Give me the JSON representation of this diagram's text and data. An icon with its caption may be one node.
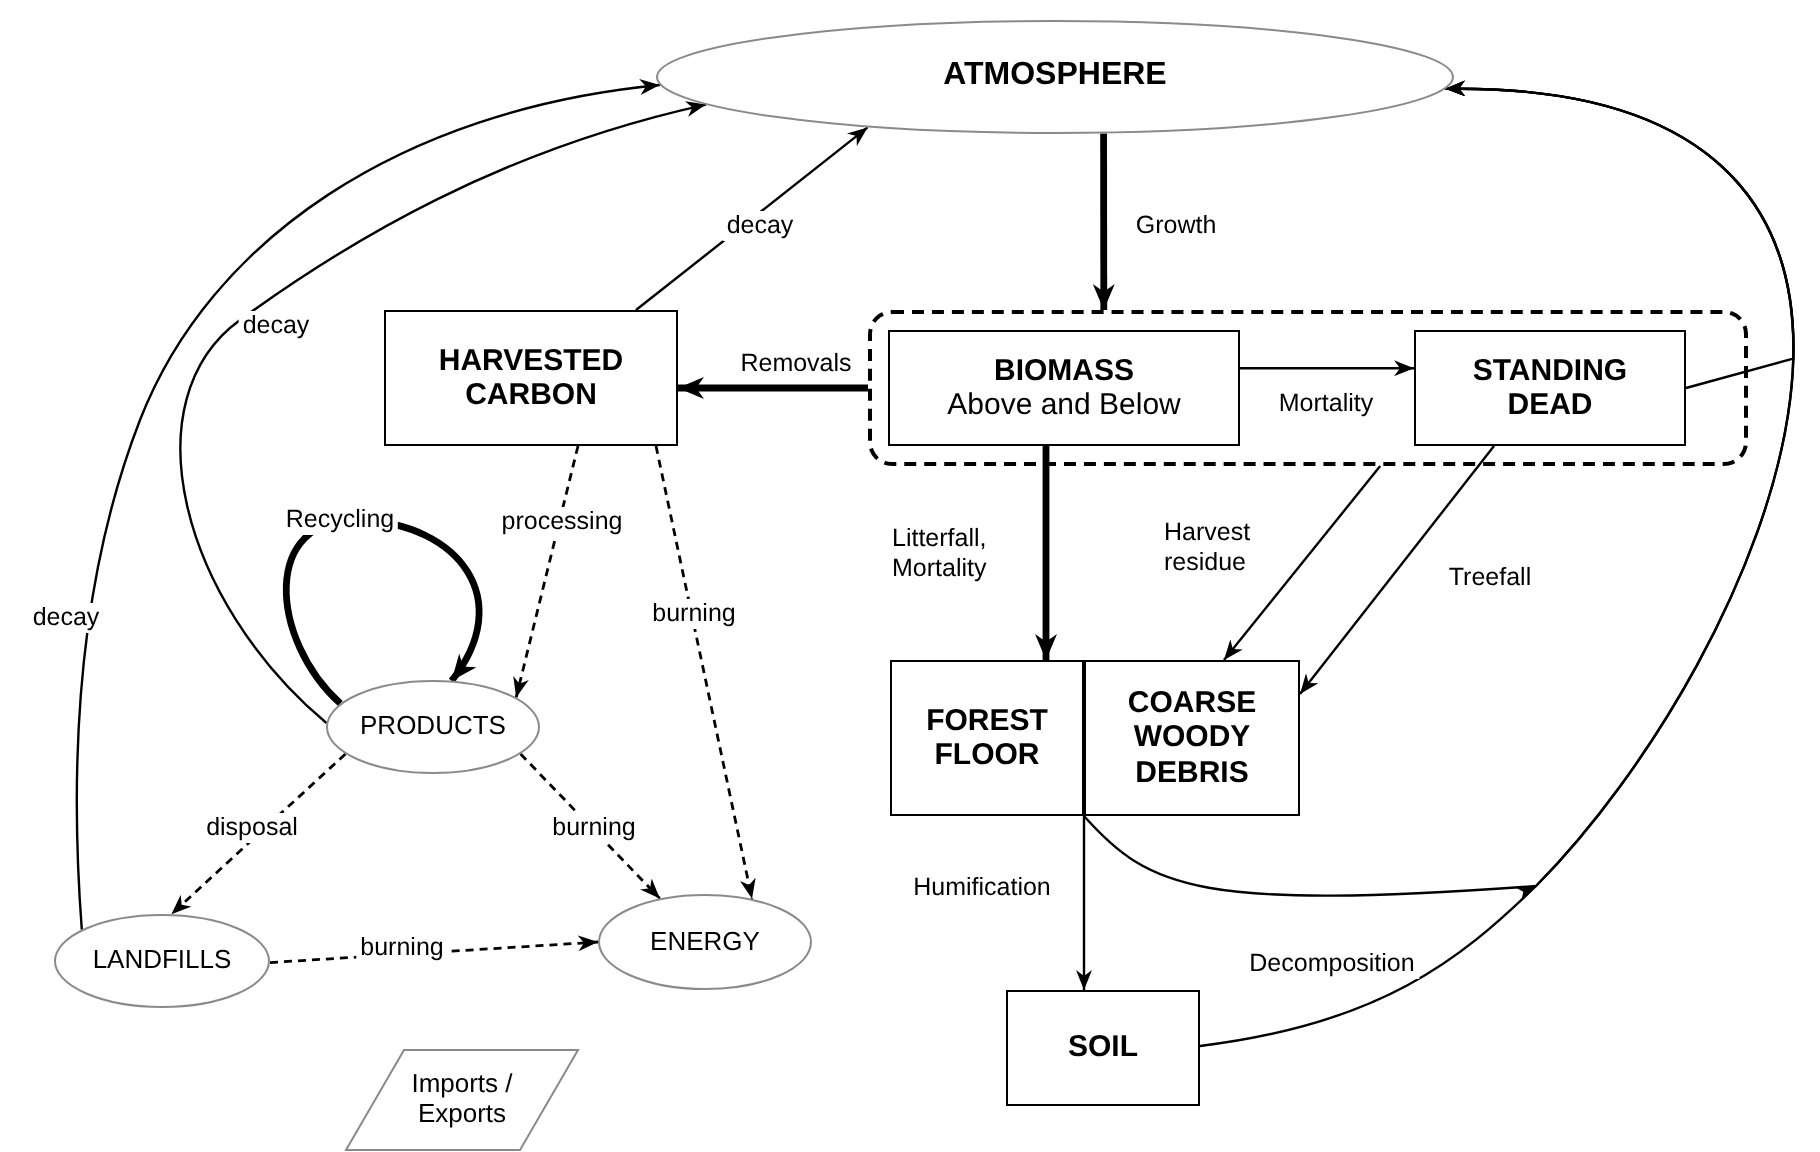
{
  "diagram": {
    "nodes": [
      {
        "text": [
          "ATMOSPHERE"
        ]
      },
      {
        "text": [],
        "shape": "box"
      },
      {
        "text": [
          "BIOMASS",
          "Above and Below"
        ],
        "in": 1
      },
      {
        "text": [
          "STANDING DEAD"
        ],
        "in": 1
      },
      {
        "text": [
          "HARVESTED CARBON"
        ]
      },
      {
        "text": [
          "PRODUCTS"
        ]
      },
      {
        "text": [
          "LANDFILLS"
        ]
      },
      {
        "text": [
          "ENERGY"
        ]
      },
      {
        "text": [
          "FOREST FLOOR"
        ]
      },
      {
        "text": [
          "COARSE WOODY DEBRIS"
        ]
      },
      {
        "text": [
          "SOIL"
        ]
      },
      {
        "text": [
          "Imports / Exports"
        ]
      }
    ],
    "edges": [
      {
        "from": 0,
        "to": 1,
        "arrow": "to",
        "label": "Growth",
        "style": "thick"
      },
      {
        "from": 1,
        "to": 4,
        "arrow": "to",
        "label": "Removals",
        "style": "thick"
      },
      {
        "from": 2,
        "to": 3,
        "arrow": "to",
        "label": "Mortality"
      },
      {
        "from": 2,
        "to": 8,
        "arrow": "to",
        "label": "Litterfall, Mortality",
        "style": "thick"
      },
      {
        "from": 1,
        "to": 9,
        "arrow": "to",
        "label": "Harvest residue"
      },
      {
        "from": 3,
        "to": 9,
        "arrow": "to",
        "label": "Treefall"
      },
      {
        "from": 4,
        "to": 0,
        "arrow": "to",
        "label": "decay"
      },
      {
        "from": 5,
        "to": 0,
        "arrow": "to",
        "label": "decay"
      },
      {
        "from": 6,
        "to": 0,
        "arrow": "to",
        "label": "decay"
      },
      {
        "from": 4,
        "to": 5,
        "arrow": "to",
        "label": "processing",
        "style": "dashed"
      },
      {
        "from": 4,
        "to": 7,
        "arrow": "to",
        "label": "burning",
        "style": "dashed"
      },
      {
        "from": 5,
        "to": 5,
        "arrow": "to",
        "label": "Recycling",
        "style": "thick"
      },
      {
        "from": 5,
        "to": 6,
        "arrow": "to",
        "label": "disposal",
        "style": "dashed"
      },
      {
        "from": 5,
        "to": 7,
        "arrow": "to",
        "label": "burning",
        "style": "dashed"
      },
      {
        "from": 6,
        "to": 7,
        "arrow": "to",
        "label": "burning",
        "style": "dashed"
      },
      {
        "from": 8,
        "to": 10,
        "arrow": "to",
        "label": "Humification"
      },
      {
        "from": 10,
        "to": 0,
        "arrow": "to",
        "label": "Decomposition"
      },
      {
        "from": 3,
        "to": 0,
        "arrow": "to"
      },
      {
        "from": 9,
        "to": 0,
        "arrow": "to"
      }
    ]
  }
}
